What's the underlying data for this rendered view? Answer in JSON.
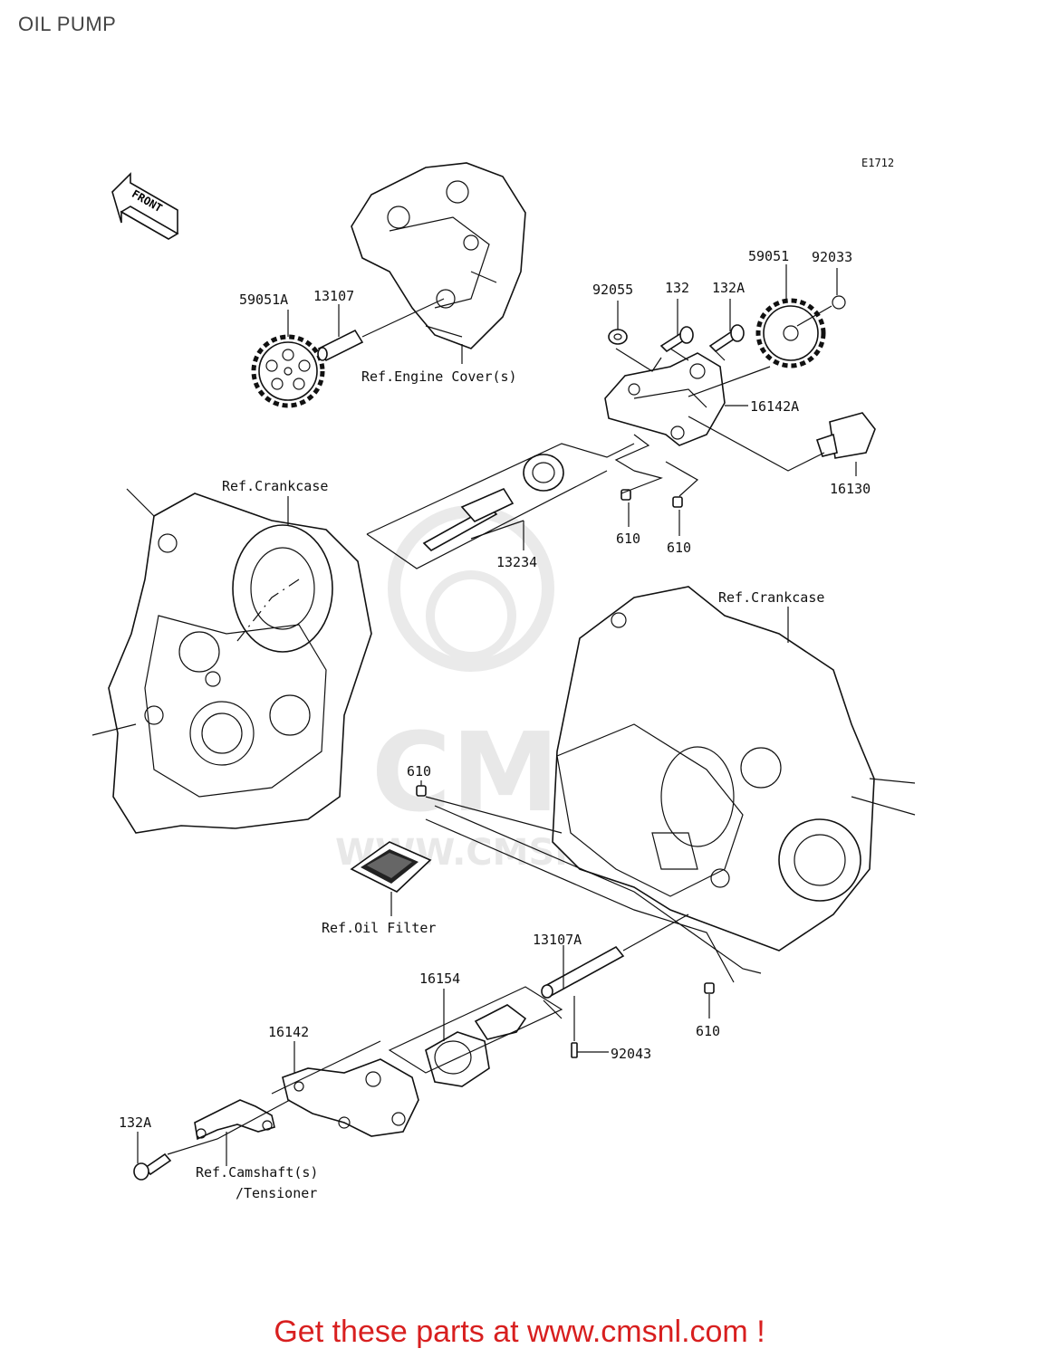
{
  "title": "OIL PUMP",
  "diagram_code": "E1712",
  "front_label": "FRONT",
  "watermark": {
    "logo": "CMS",
    "url": "WWW.CMSNL.COM"
  },
  "parts": [
    {
      "ref": "59051A"
    },
    {
      "ref": "13107"
    },
    {
      "ref": "92055"
    },
    {
      "ref": "132"
    },
    {
      "ref": "132A"
    },
    {
      "ref": "59051"
    },
    {
      "ref": "92033"
    },
    {
      "ref": "16142A"
    },
    {
      "ref": "16130"
    },
    {
      "ref": "13234"
    },
    {
      "ref": "610"
    },
    {
      "ref": "610"
    },
    {
      "ref": "610"
    },
    {
      "ref": "13107A"
    },
    {
      "ref": "16154"
    },
    {
      "ref": "16142"
    },
    {
      "ref": "92043"
    },
    {
      "ref": "610"
    },
    {
      "ref": "132A"
    }
  ],
  "references": {
    "engine_cover": "Ref.Engine Cover(s)",
    "crankcase_left": "Ref.Crankcase",
    "crankcase_right": "Ref.Crankcase",
    "oil_filter": "Ref.Oil Filter",
    "camshaft_line1": "Ref.Camshaft(s)",
    "camshaft_line2": "/Tensioner"
  },
  "footer": "Get these parts at www.cmsnl.com !"
}
